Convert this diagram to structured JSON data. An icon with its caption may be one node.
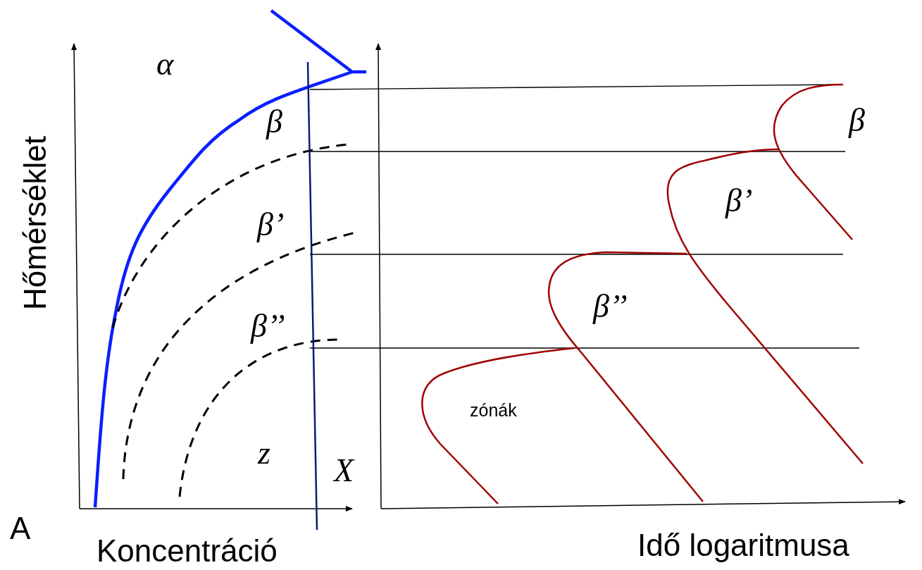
{
  "diagram": {
    "labels": [
      "α",
      "Hőmérséklet",
      "β",
      "β",
      "β’",
      "β’",
      "β’’",
      "β’’",
      "zónák",
      "z",
      "X",
      "A",
      "Koncentráció",
      "Idő logaritmusa"
    ]
  }
}
